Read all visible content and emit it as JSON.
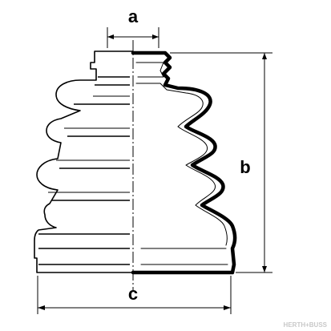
{
  "diagram": {
    "dimension_labels": {
      "top_width": "a",
      "height": "b",
      "bottom_width": "c"
    },
    "watermark": "HERTH+BUSS",
    "colors": {
      "stroke": "#000000",
      "background": "#ffffff",
      "watermark": "#c8c8c8"
    }
  }
}
